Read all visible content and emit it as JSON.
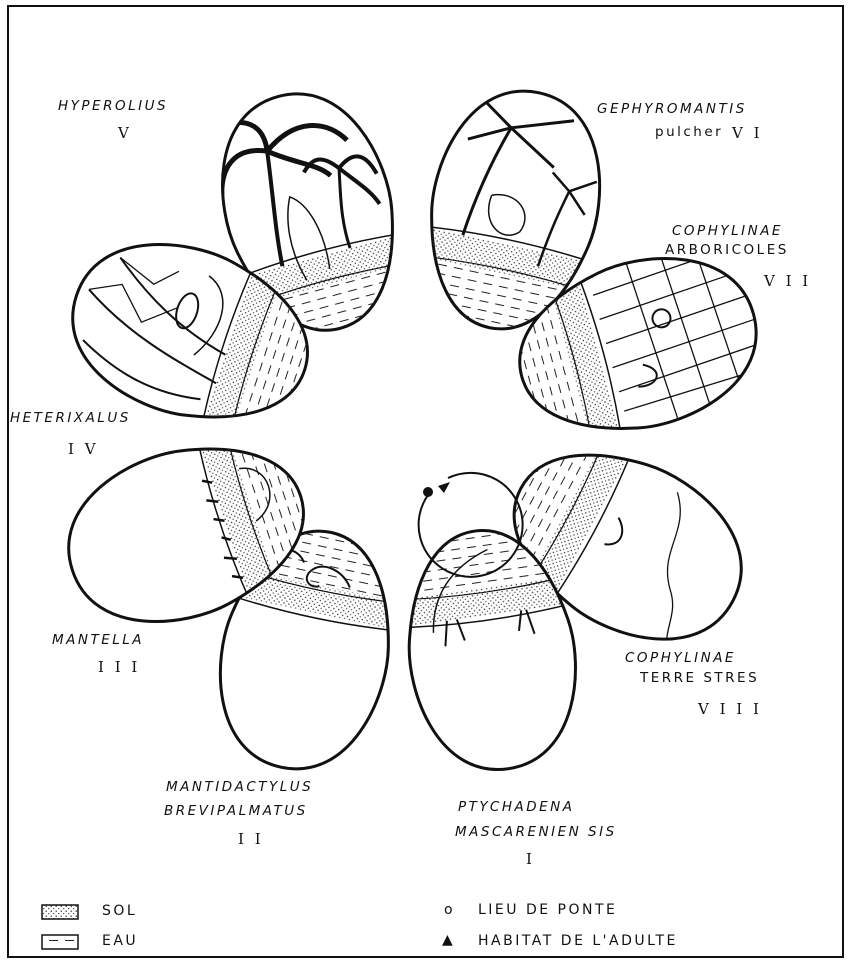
{
  "species": [
    {
      "id": "I",
      "numeral": "I",
      "name": [
        "PTYCHADENA",
        "MASCARENIEN SIS"
      ]
    },
    {
      "id": "II",
      "numeral": "I I",
      "name": [
        "MANTIDACTYLUS",
        "BREVIPALMATUS"
      ]
    },
    {
      "id": "III",
      "numeral": "I I I",
      "name": [
        "MANTELLA"
      ]
    },
    {
      "id": "IV",
      "numeral": "I V",
      "name": [
        "HETERIXALUS"
      ]
    },
    {
      "id": "V",
      "numeral": "V",
      "name": [
        "HYPEROLIUS"
      ]
    },
    {
      "id": "VI",
      "numeral": "V I",
      "name": [
        "GEPHYROMANTIS",
        "pulcher"
      ]
    },
    {
      "id": "VII",
      "numeral": "V I I",
      "name": [
        "COPHYLINAE",
        "ARBORICOLES"
      ]
    },
    {
      "id": "VIII",
      "numeral": "V I I I",
      "name": [
        "COPHYLINAE",
        "TERRE STRES"
      ]
    }
  ],
  "legend": {
    "sol": "SOL",
    "eau": "EAU",
    "ponte": "LIEU DE PONTE",
    "habitat": "HABITAT DE L'ADULTE",
    "ponte_symbol": "o",
    "habitat_symbol": "▲"
  },
  "colors": {
    "ink": "#111111",
    "paper": "#ffffff"
  }
}
